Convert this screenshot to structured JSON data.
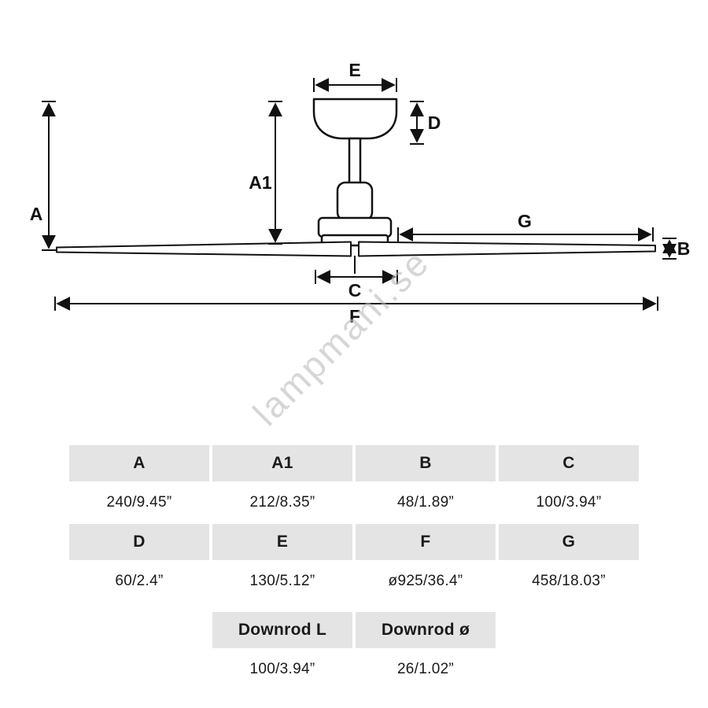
{
  "diagram": {
    "labels": {
      "A": "A",
      "A1": "A1",
      "B": "B",
      "C": "C",
      "D": "D",
      "E": "E",
      "F": "F",
      "G": "G"
    },
    "watermark": "lampmani.se"
  },
  "spec_table": {
    "row1": {
      "headers": [
        "A",
        "A1",
        "B",
        "C"
      ],
      "values": [
        "240/9.45”",
        "212/8.35”",
        "48/1.89”",
        "100/3.94”"
      ]
    },
    "row2": {
      "headers": [
        "D",
        "E",
        "F",
        "G"
      ],
      "values": [
        "60/2.4”",
        "130/5.12”",
        "ø925/36.4”",
        "458/18.03”"
      ]
    },
    "row3": {
      "headers": [
        "Downrod L",
        "Downrod ø"
      ],
      "values": [
        "100/3.94”",
        "26/1.02”"
      ]
    }
  }
}
